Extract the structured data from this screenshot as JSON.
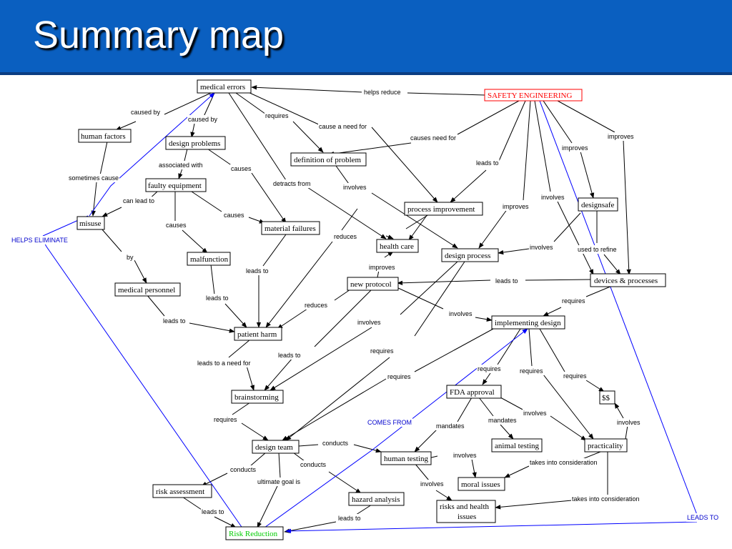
{
  "title": "Summary map",
  "colors": {
    "header_bg": "#0a5fc0",
    "accent_red": "#ff0000",
    "accent_green": "#00cc00",
    "link_blue": "#0000ff"
  },
  "nodes": {
    "medical_errors": "medical errors",
    "safety_engineering": "SAFETY ENGINEERING",
    "human_factors": "human factors",
    "design_problems": "design problems",
    "definition_of_problem": "definition of problem",
    "faulty_equipment": "faulty equipment",
    "misuse": "misuse",
    "material_failures": "material failures",
    "process_improvement": "process improvement",
    "designsafe": "designsafe",
    "health_care": "health care",
    "design_process": "design process",
    "malfunction": "malfunction",
    "new_protocol": "new protocol",
    "devices_processes": "devices & processes",
    "medical_personnel": "medical personnel",
    "implementing_design": "implementing design",
    "patient_harm": "patient harm",
    "brainstorming": "brainstorming",
    "fda_approval": "FDA approval",
    "dollars": "$$",
    "design_team": "design team",
    "human_testing": "human testing",
    "animal_testing": "animal testing",
    "practicality": "practicality",
    "risk_assessment": "risk assessment",
    "moral_issues": "moral issues",
    "hazard_analysis": "hazard analysis",
    "risks_health_1": "risks and health",
    "risks_health_2": "issues",
    "risk_reduction": "Risk Reduction"
  },
  "labels": {
    "helps_reduce": "helps reduce",
    "caused_by_1": "caused by",
    "caused_by_2": "caused by",
    "requires_1": "requires",
    "cause_a_need_for": "cause a need for",
    "causes_need_for": "causes need for",
    "improves_1": "improves",
    "improves_2": "improves",
    "associated_with": "associated with",
    "sometimes_cause": "sometimes cause",
    "causes_1": "causes",
    "leads_to_1": "leads to",
    "detracts_from": "detracts from",
    "involves_1": "involves",
    "can_lead_to": "can lead to",
    "involves_2": "involves",
    "improves_3": "improves",
    "causes_2": "causes",
    "causes_3": "causes",
    "helps_eliminate": "HELPS ELIMINATE",
    "reduces_1": "reduces",
    "involves_3": "involves",
    "used_to_refine": "used to refine",
    "by": "by",
    "leads_to_2": "leads to",
    "improves_4": "improves",
    "leads_to_3": "leads to",
    "reduces_2": "reduces",
    "leads_to_4": "leads to",
    "involves_4": "involves",
    "requires_2": "requires",
    "leads_to_5": "leads to",
    "involves_5": "involves",
    "leads_to_6": "leads to",
    "requires_3": "requires",
    "leads_to_a_need_for": "leads to a need for",
    "requires_4": "requires",
    "requires_5": "requires",
    "requires_6": "requires",
    "requires_7": "requires",
    "involves_6": "involves",
    "comes_from": "COMES FROM",
    "requires_8": "requires",
    "mandates_1": "mandates",
    "mandates_2": "mandates",
    "involves_7": "involves",
    "conducts_1": "conducts",
    "conducts_2": "conducts",
    "conducts_3": "conducts",
    "involves_8": "involves",
    "takes_into_consideration_1": "takes into consideration",
    "ultimate_goal_is": "ultimate goal is",
    "involves_9": "involves",
    "takes_into_consideration_2": "takes into consideration",
    "leads_to_7": "leads to",
    "leads_to_8": "leads to",
    "leads_to_blue": "LEADS TO"
  }
}
